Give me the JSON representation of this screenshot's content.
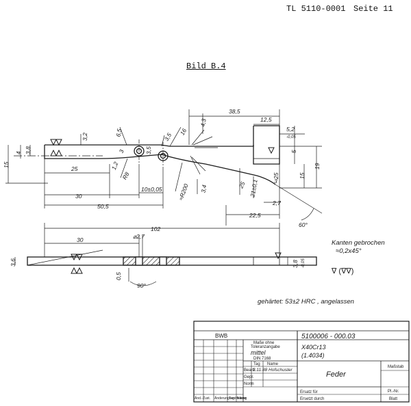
{
  "header": {
    "doc_number": "TL 5110-0001",
    "page_label": "Seite 11"
  },
  "figure_title": "Bild B.4",
  "dimensions": {
    "d38_5": "38,5",
    "d12_5": "12,5",
    "d5_2": "5,2",
    "d5_2_tol": "-0,05",
    "d4_3": "4,3",
    "d16": "16",
    "d3_5a": "3,5",
    "d6_5": "6,5",
    "d3_2": "3,2",
    "d4": "4",
    "d3_8a": "3,8",
    "d15": "15",
    "d3a": "3",
    "d3_5b": "3,5",
    "d5": "5",
    "d15b": "15",
    "d19": "19",
    "d1_2": "1,2",
    "d25a": "25",
    "d25b": "25",
    "d25c": "25",
    "r8": "R8",
    "r200": "≈R200",
    "d10": "10±0,05",
    "d3_4": "3,4",
    "d21": "21±0,1",
    "d3b": "3",
    "d30a": "30",
    "d50_5": "50,5",
    "d2_7a": "2,7",
    "d22_5": "22,5",
    "d60": "60°",
    "d102": "102",
    "d30b": "30",
    "d2_7b": "⌀2,7",
    "d3_6": "3,6",
    "d3_8b": "3,8",
    "d3_8b_tol": "-0,05",
    "d0_5": "0,5",
    "d90": "90°"
  },
  "notes": {
    "edges_line1": "Kanten gebrochen",
    "edges_line2": "≈0,2x45°",
    "surface": "∇ (∇∇)",
    "hardness": "gehärtet: 53±2 HRC , angelassen"
  },
  "title_block": {
    "org": "BWB",
    "drawing_no": "5100006 - 000.03",
    "material_1": "X40Cr13",
    "material_2": "(1.4034)",
    "tolerance_label_1": "Maße ohne",
    "tolerance_label_2": "Toleranzangabe",
    "tolerance_class": "mittel",
    "din_ref": "DIN 7168",
    "col_tag": "Tag",
    "col_name": "Name",
    "row_bearb": "Bearb.",
    "row_gepr": "Gepr.",
    "row_norm": "Norm",
    "signature": "2.11.88 Hofschuster",
    "part_name": "Feder",
    "massstab": "Maßstab",
    "pl_nr": "Pl.-Nr.",
    "blatt": "Blatt",
    "aend": "Änd.-Zust.",
    "aend_mitt": "Änderungs-mitteilung",
    "tag2": "Tag",
    "name2": "Name",
    "ersatz_fuer": "Ersatz für",
    "ersetzt_durch": "Ersetzt durch"
  }
}
